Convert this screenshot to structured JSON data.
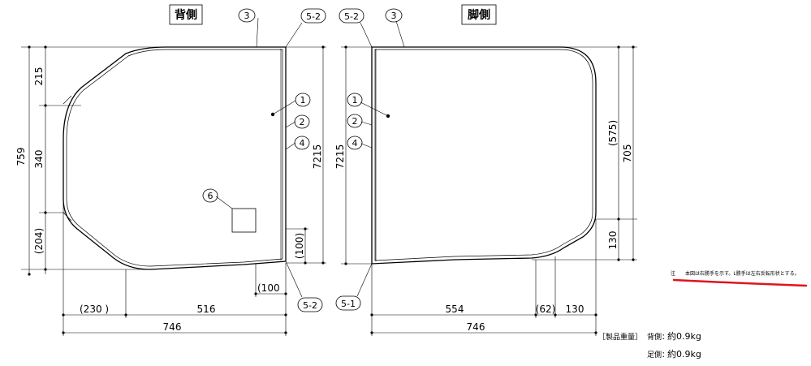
{
  "titles": {
    "back": "背側",
    "foot": "脚側"
  },
  "callouts": {
    "c1": "1",
    "c2": "2",
    "c3": "3",
    "c4": "4",
    "c6": "6",
    "c52": "5-2",
    "c51": "5-1"
  },
  "back_dims": {
    "h215": "215",
    "h340": "340",
    "h204": "(204)",
    "h759": "759",
    "h7215": "7215",
    "h100r": "(100)",
    "w100b": "(100",
    "w230": "(230 )",
    "w516": "516",
    "w746": "746"
  },
  "foot_dims": {
    "h7215": "7215",
    "h575": "(575)",
    "h705": "705",
    "h130": "130",
    "w554": "554",
    "w62": "(62)",
    "w130": "130",
    "w746": "746"
  },
  "note": {
    "prefix": "注",
    "text": "本図は右勝手を示す。L勝手は左右反転形状とする。",
    "underline_color": "#e0141e"
  },
  "weights": {
    "title": "［製品重量］",
    "back_label": "背側：",
    "back_value": "約0.9kg",
    "foot_label": "足側：",
    "foot_value": "約0.9kg"
  }
}
